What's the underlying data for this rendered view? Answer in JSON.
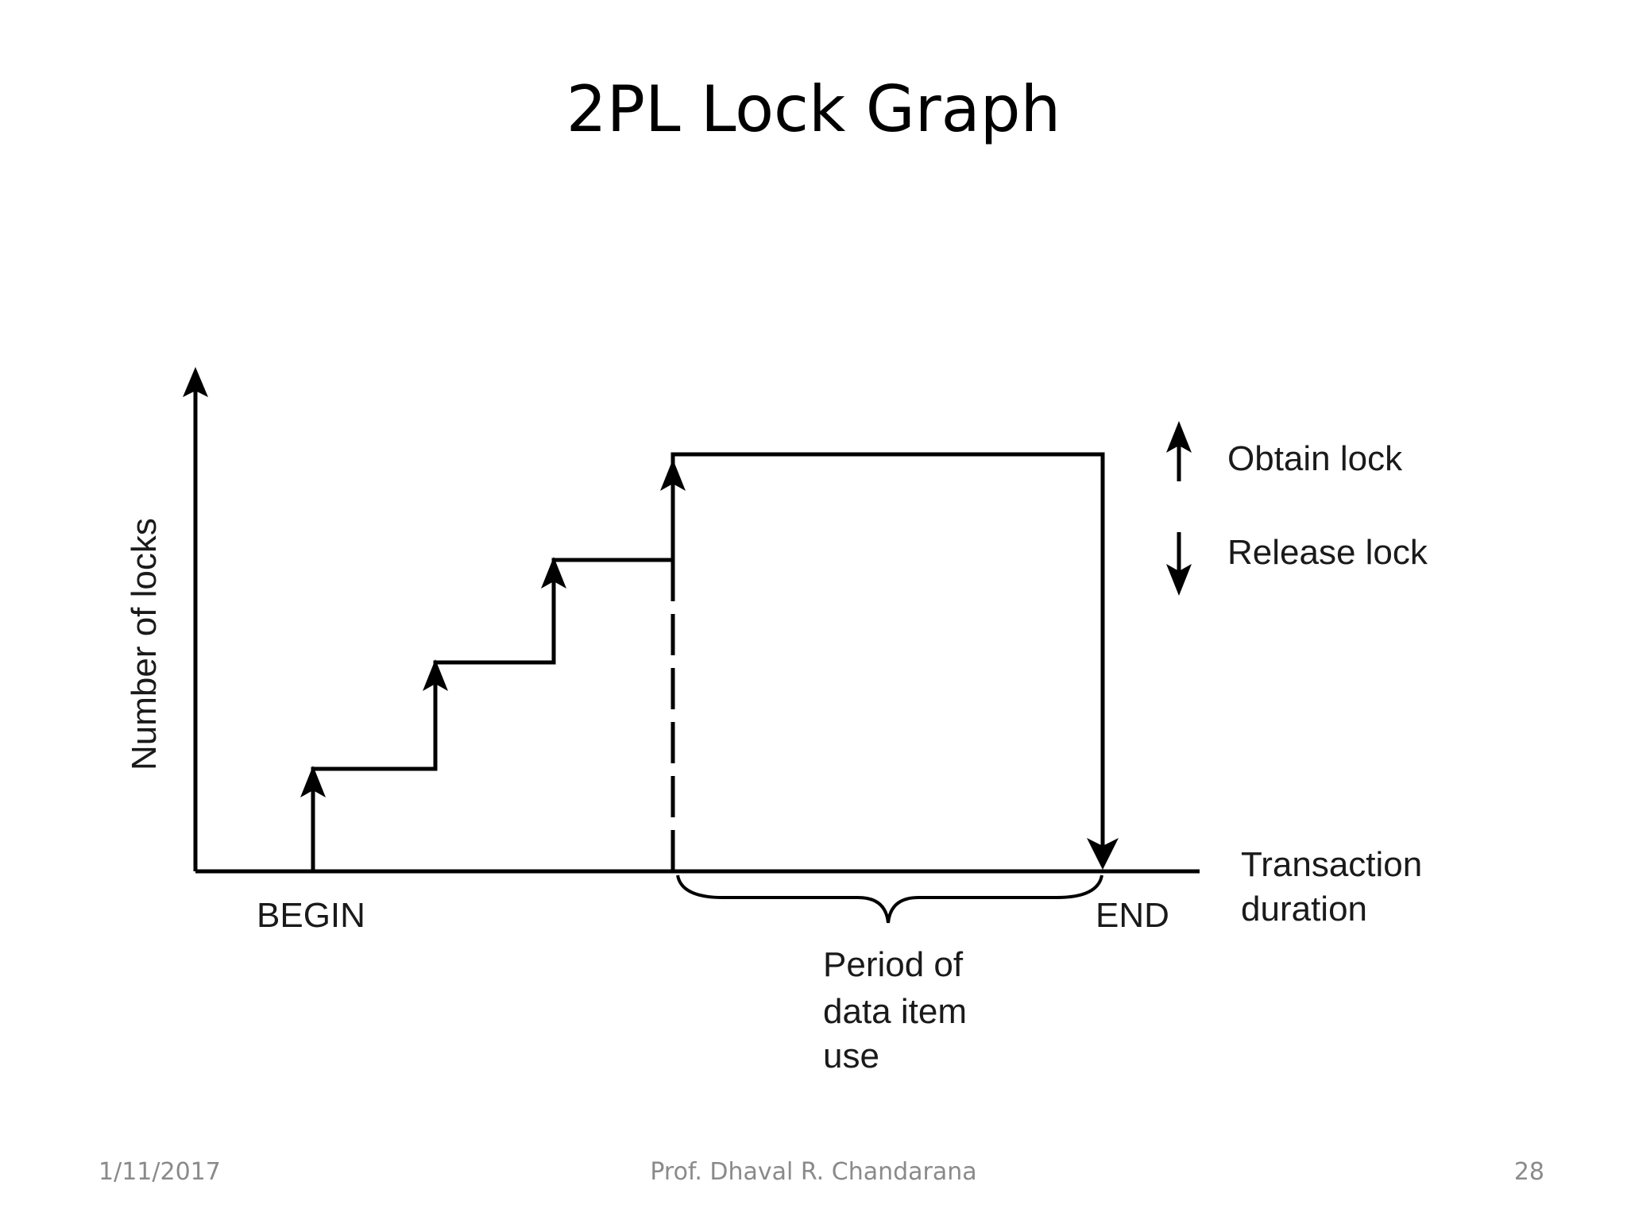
{
  "slide": {
    "title": "2PL Lock Graph"
  },
  "diagram": {
    "y_axis_label": "Number of locks",
    "x_axis_label_line1": "Transaction",
    "x_axis_label_line2": "duration",
    "begin_label": "BEGIN",
    "end_label": "END",
    "period_label_line1": "Period of",
    "period_label_line2": "data item",
    "period_label_line3": "use",
    "legend": {
      "obtain": "Obtain lock",
      "release": "Release lock"
    },
    "colors": {
      "line": "#000000",
      "text": "#1a1a1a"
    }
  },
  "footer": {
    "date": "1/11/2017",
    "author": "Prof. Dhaval R. Chandarana",
    "page": "28"
  }
}
